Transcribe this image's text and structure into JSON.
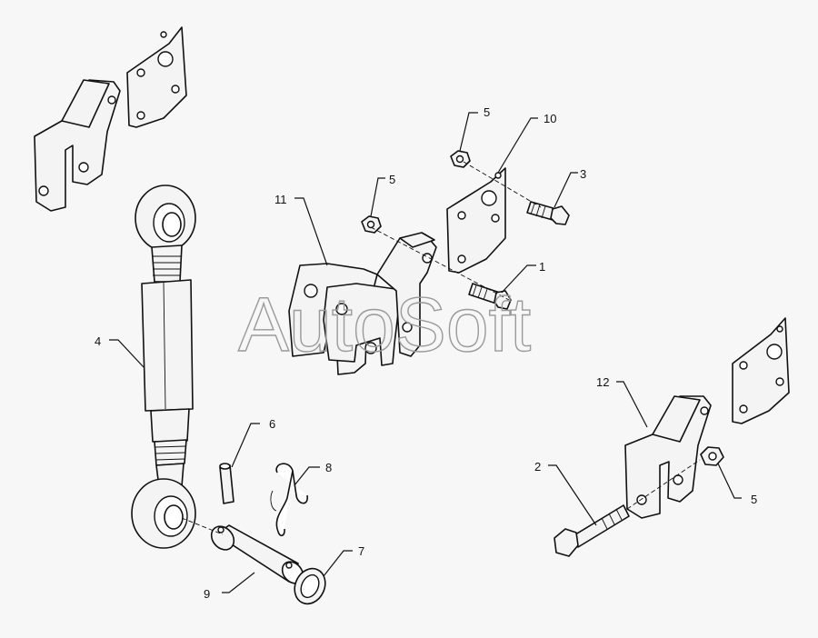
{
  "watermark": "AutoSoft",
  "callouts": {
    "c1": "1",
    "c2": "2",
    "c3": "3",
    "c4": "4",
    "c5a": "5",
    "c5b": "5",
    "c5c": "5",
    "c6": "6",
    "c7": "7",
    "c8": "8",
    "c9": "9",
    "c10": "10",
    "c11": "11",
    "c12": "12"
  }
}
